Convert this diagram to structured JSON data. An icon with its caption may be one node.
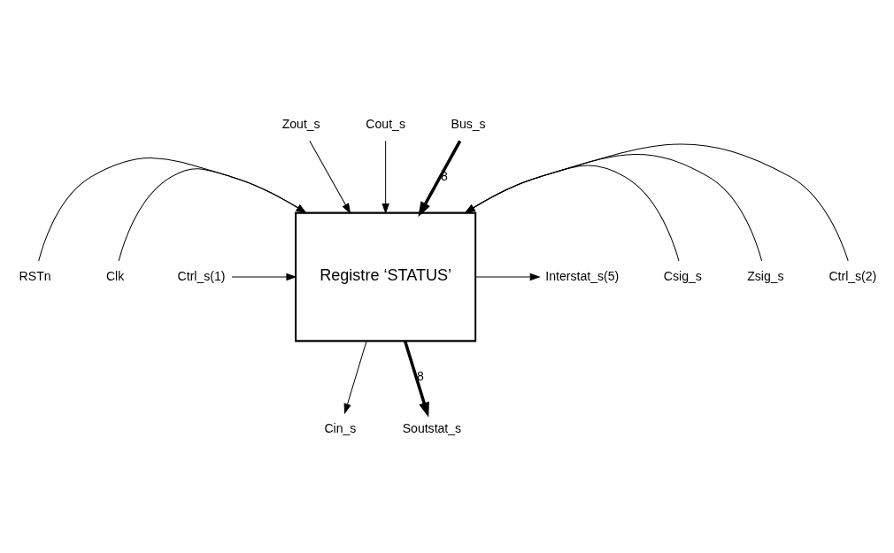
{
  "diagram": {
    "nodes": [
      {
        "text": [
          "Registre ‘STATUS’"
        ]
      },
      {
        "text": [
          "Zout_s"
        ]
      },
      {
        "text": [
          "Cout_s"
        ]
      },
      {
        "text": [
          "Bus_s"
        ]
      },
      {
        "text": [
          "RSTn"
        ]
      },
      {
        "text": [
          "Clk"
        ]
      },
      {
        "text": [
          "Ctrl_s(1)"
        ]
      },
      {
        "text": [
          "Ctrl_s(2)"
        ]
      },
      {
        "text": [
          "Zsig_s"
        ]
      },
      {
        "text": [
          "Csig_s"
        ]
      },
      {
        "text": [
          "Interstat_s(5)"
        ]
      },
      {
        "text": [
          "Cin_s"
        ]
      },
      {
        "text": [
          "Soutstat_s"
        ]
      }
    ],
    "edges": [
      {
        "from": 1,
        "to": 0,
        "arrow": "to"
      },
      {
        "from": 2,
        "to": 0,
        "arrow": "to"
      },
      {
        "from": 3,
        "to": 0,
        "arrow": "to",
        "label": "8",
        "style": "thick"
      },
      {
        "from": 4,
        "to": 0,
        "arrow": "to"
      },
      {
        "from": 5,
        "to": 0,
        "arrow": "to"
      },
      {
        "from": 6,
        "to": 0,
        "arrow": "to"
      },
      {
        "from": 7,
        "to": 0,
        "arrow": "to"
      },
      {
        "from": 8,
        "to": 0,
        "arrow": "to"
      },
      {
        "from": 9,
        "to": 0,
        "arrow": "to"
      },
      {
        "from": 0,
        "to": 10,
        "arrow": "to"
      },
      {
        "from": 0,
        "to": 11,
        "arrow": "to"
      },
      {
        "from": 0,
        "to": 12,
        "arrow": "to",
        "label": "8",
        "style": "thick"
      }
    ]
  }
}
